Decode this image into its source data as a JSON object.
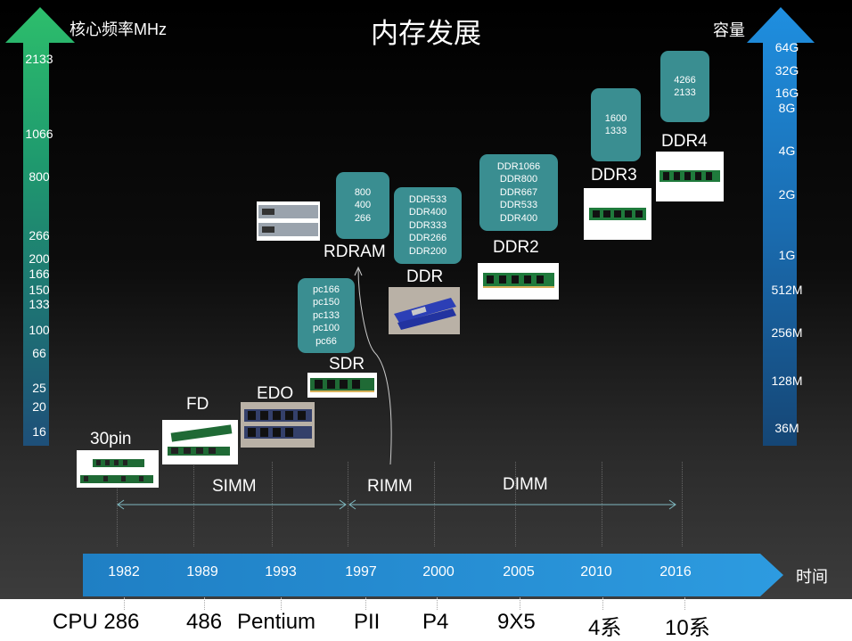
{
  "title": "内存发展",
  "frequency_axis": {
    "caption": "核心频率MHz",
    "ticks": [
      "2133",
      "1066",
      "800",
      "266",
      "200",
      "166",
      "150",
      "133",
      "100",
      "66",
      "25",
      "20",
      "16"
    ]
  },
  "capacity_axis": {
    "caption": "容量",
    "ticks": [
      "64G",
      "32G",
      "16G",
      "8G",
      "4G",
      "2G",
      "1G",
      "512M",
      "256M",
      "128M",
      "36M"
    ]
  },
  "timeline": {
    "caption": "时间",
    "years": [
      "1982",
      "1989",
      "1993",
      "1997",
      "2000",
      "2005",
      "2010",
      "2016"
    ]
  },
  "cpus": [
    "CPU 286",
    "486",
    "Pentium",
    "PII",
    "P4",
    "9X5",
    "4系",
    "10系"
  ],
  "slots": [
    "SIMM",
    "RIMM",
    "DIMM"
  ],
  "generations": {
    "pin30": "30pin",
    "fd": "FD",
    "edo": "EDO",
    "sdr": "SDR",
    "rdram": "RDRAM",
    "ddr": "DDR",
    "ddr2": "DDR2",
    "ddr3": "DDR3",
    "ddr4": "DDR4"
  },
  "speeds": {
    "sdr": [
      "pc166",
      "pc150",
      "pc133",
      "pc100",
      "pc66"
    ],
    "rdram": [
      "800",
      "400",
      "266"
    ],
    "ddr": [
      "DDR533",
      "DDR400",
      "DDR333",
      "DDR266",
      "DDR200"
    ],
    "ddr2": [
      "DDR1066",
      "DDR800",
      "DDR667",
      "DDR533",
      "DDR400"
    ],
    "ddr3": [
      "1600",
      "1333"
    ],
    "ddr4": [
      "4266",
      "2133"
    ]
  },
  "colors": {
    "freq_arrow_top": "#2dbe6c",
    "freq_arrow_bottom": "#1f4f77",
    "cap_arrow_top": "#1f8fe0",
    "cap_arrow_bottom": "#154675",
    "spec_box": "#3a8e91",
    "timeline_bar": "#2c8fd3",
    "module_pcb": "#1f6a35"
  }
}
